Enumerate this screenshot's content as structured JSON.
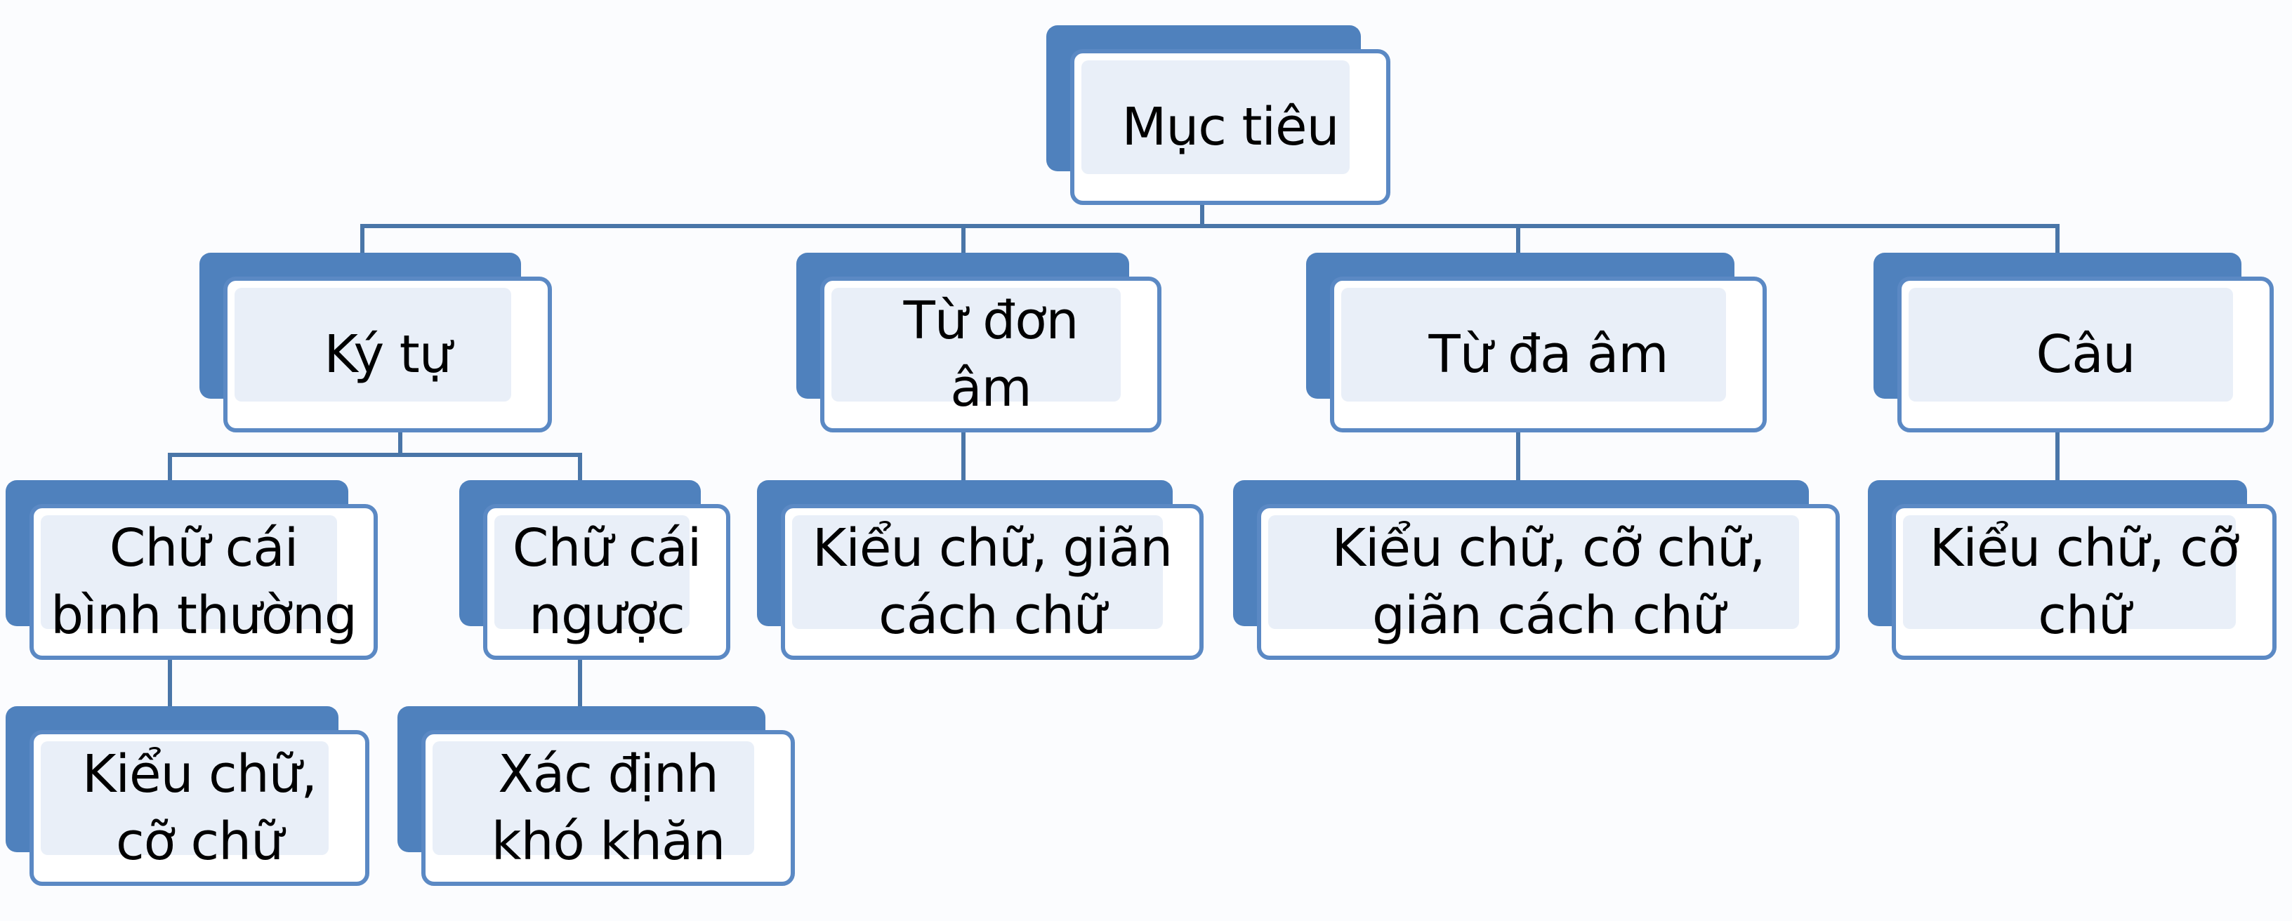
{
  "diagram": {
    "root": {
      "label": "Mục tiêu"
    },
    "categories": [
      {
        "label": "Ký tự"
      },
      {
        "label": "Từ đơn\nâm"
      },
      {
        "label": "Từ đa âm"
      },
      {
        "label": "Câu"
      }
    ],
    "level2": [
      {
        "label": "Chữ cái\nbình thường"
      },
      {
        "label": "Chữ cái\nngược"
      },
      {
        "label": "Kiểu chữ, giãn\ncách chữ"
      },
      {
        "label": "Kiểu chữ, cỡ chữ,\ngiãn cách chữ"
      },
      {
        "label": "Kiểu chữ, cỡ\nchữ"
      }
    ],
    "level3": [
      {
        "label": "Kiểu chữ,\ncỡ chữ"
      },
      {
        "label": "Xác định\nkhó khăn"
      }
    ]
  },
  "colors": {
    "shadow": "#4f81bd",
    "border": "#5b89c4",
    "fill": "#e9eff8",
    "connector": "#4a76a8"
  }
}
